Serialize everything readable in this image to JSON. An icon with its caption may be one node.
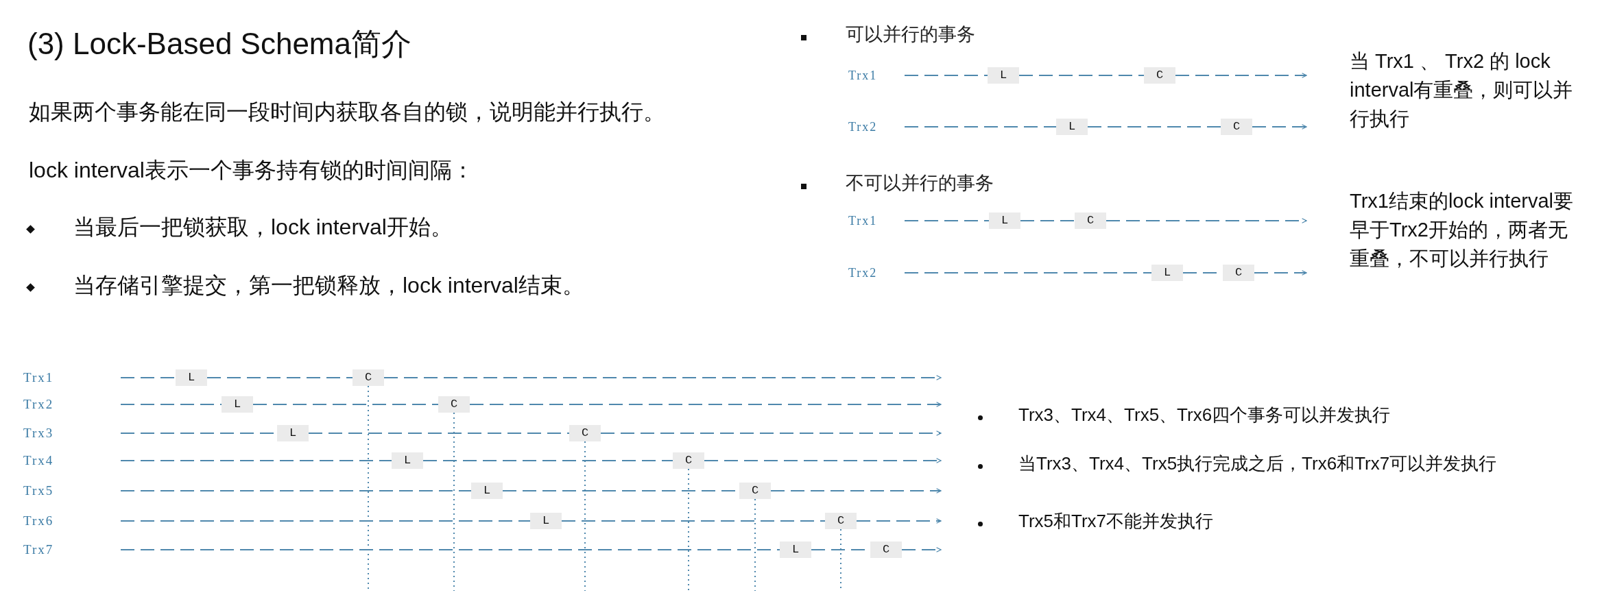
{
  "diagram": {
    "title": "(3) Lock-Based Schema简介",
    "nodes": [
      {
        "text": [
          "L"
        ]
      },
      {
        "text": [
          "C"
        ]
      },
      {
        "text": [
          "L"
        ]
      },
      {
        "text": [
          "C"
        ]
      },
      {
        "text": [
          "L"
        ]
      },
      {
        "text": [
          "C"
        ]
      },
      {
        "text": [
          "L"
        ]
      },
      {
        "text": [
          "C"
        ]
      },
      {
        "text": [
          "L"
        ]
      },
      {
        "text": [
          "C"
        ]
      },
      {
        "text": [
          "L"
        ]
      },
      {
        "text": [
          "C"
        ]
      },
      {
        "text": [
          "L"
        ]
      },
      {
        "text": [
          "C"
        ]
      },
      {
        "text": [
          "L"
        ]
      },
      {
        "text": [
          "C"
        ]
      },
      {
        "text": [
          "L"
        ]
      },
      {
        "text": [
          "C"
        ]
      },
      {
        "text": [
          "L"
        ]
      },
      {
        "text": [
          "C"
        ]
      },
      {
        "text": [
          "L"
        ]
      },
      {
        "text": [
          "C"
        ]
      }
    ],
    "edges": [
      {
        "from": null,
        "to": 0,
        "arrow": "none",
        "style": "dashed"
      },
      {
        "from": 0,
        "to": 1,
        "arrow": "none",
        "style": "dashed"
      },
      {
        "from": 1,
        "to": null,
        "arrow": "to",
        "style": "dashed"
      },
      {
        "from": null,
        "to": 2,
        "arrow": "none",
        "style": "dashed"
      },
      {
        "from": 2,
        "to": 3,
        "arrow": "none",
        "style": "dashed"
      },
      {
        "from": 3,
        "to": null,
        "arrow": "to",
        "style": "dashed"
      },
      {
        "from": null,
        "to": 4,
        "arrow": "none",
        "style": "dashed"
      },
      {
        "from": 4,
        "to": 5,
        "arrow": "none",
        "style": "dashed"
      },
      {
        "from": 5,
        "to": null,
        "arrow": "to",
        "style": "dashed"
      },
      {
        "from": null,
        "to": 6,
        "arrow": "none",
        "style": "dashed"
      },
      {
        "from": 6,
        "to": 7,
        "arrow": "none",
        "style": "dashed"
      },
      {
        "from": 7,
        "to": null,
        "arrow": "to",
        "style": "dashed"
      },
      {
        "from": null,
        "to": 8,
        "arrow": "none",
        "style": "dashed"
      },
      {
        "from": 8,
        "to": 9,
        "arrow": "none",
        "style": "dashed"
      },
      {
        "from": 9,
        "to": null,
        "arrow": "to",
        "style": "dashed"
      },
      {
        "from": null,
        "to": 10,
        "arrow": "none",
        "style": "dashed"
      },
      {
        "from": 10,
        "to": 11,
        "arrow": "none",
        "style": "dashed"
      },
      {
        "from": 11,
        "to": null,
        "arrow": "to",
        "style": "dashed"
      },
      {
        "from": null,
        "to": 12,
        "arrow": "none",
        "style": "dashed"
      },
      {
        "from": 12,
        "to": 13,
        "arrow": "none",
        "style": "dashed"
      },
      {
        "from": 13,
        "to": null,
        "arrow": "to",
        "style": "dashed"
      },
      {
        "from": null,
        "to": 14,
        "arrow": "none",
        "style": "dashed"
      },
      {
        "from": 14,
        "to": 15,
        "arrow": "none",
        "style": "dashed"
      },
      {
        "from": 15,
        "to": null,
        "arrow": "to",
        "style": "dashed"
      },
      {
        "from": null,
        "to": 16,
        "arrow": "none",
        "style": "dashed"
      },
      {
        "from": 16,
        "to": 17,
        "arrow": "none",
        "style": "dashed"
      },
      {
        "from": 17,
        "to": null,
        "arrow": "to",
        "style": "dashed"
      },
      {
        "from": null,
        "to": 18,
        "arrow": "none",
        "style": "dashed"
      },
      {
        "from": 18,
        "to": 19,
        "arrow": "none",
        "style": "dashed"
      },
      {
        "from": 19,
        "to": null,
        "arrow": "to",
        "style": "dashed"
      },
      {
        "from": null,
        "to": 20,
        "arrow": "none",
        "style": "dashed"
      },
      {
        "from": 20,
        "to": 21,
        "arrow": "none",
        "style": "dashed"
      },
      {
        "from": 21,
        "to": null,
        "arrow": "to",
        "style": "dashed"
      }
    ],
    "labels": [
      "如果两个事务能在同一段时间内获取各自的锁，说明能并行执行。",
      "lock interval表示一个事务持有锁的时间间隔：",
      "当最后一把锁获取，lock interval开始。",
      "当存储引擎提交，第一把锁释放，lock interval结束。",
      "可以并行的事务",
      "Trx1",
      "Trx2",
      "当 Trx1 、 Trx2 的 lock interval有重叠，则可以并行执行",
      "不可以并行的事务",
      "Trx1",
      "Trx2",
      "Trx1结束的lock interval要早于Trx2开始的，两者无重叠，不可以并行执行",
      "Trx1",
      "Trx2",
      "Trx3",
      "Trx4",
      "Trx5",
      "Trx6",
      "Trx7",
      "Trx3、Trx4、Trx5、Trx6四个事务可以并发执行",
      "当Trx3、Trx4、Trx5执行完成之后，Trx6和Trx7可以并发执行",
      "Trx5和Trx7不能并发执行"
    ]
  }
}
